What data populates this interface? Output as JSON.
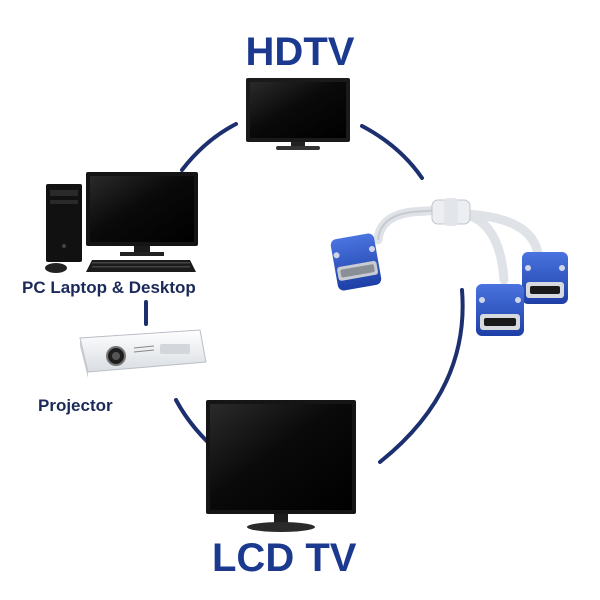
{
  "labels": {
    "hdtv": "HDTV",
    "pc": "PC Laptop & Desktop",
    "projector": "Projector",
    "lcd_tv": "LCD TV"
  },
  "colors": {
    "title_blue": "#1b3a8f",
    "connector_line": "#1c2f6e",
    "vga_blue": "#2d55c8",
    "screen_black": "#0b0b0b"
  },
  "icons": [
    "hdtv-icon",
    "pc-desktop-icon",
    "projector-icon",
    "lcd-tv-icon",
    "vga-splitter-cable-icon"
  ]
}
